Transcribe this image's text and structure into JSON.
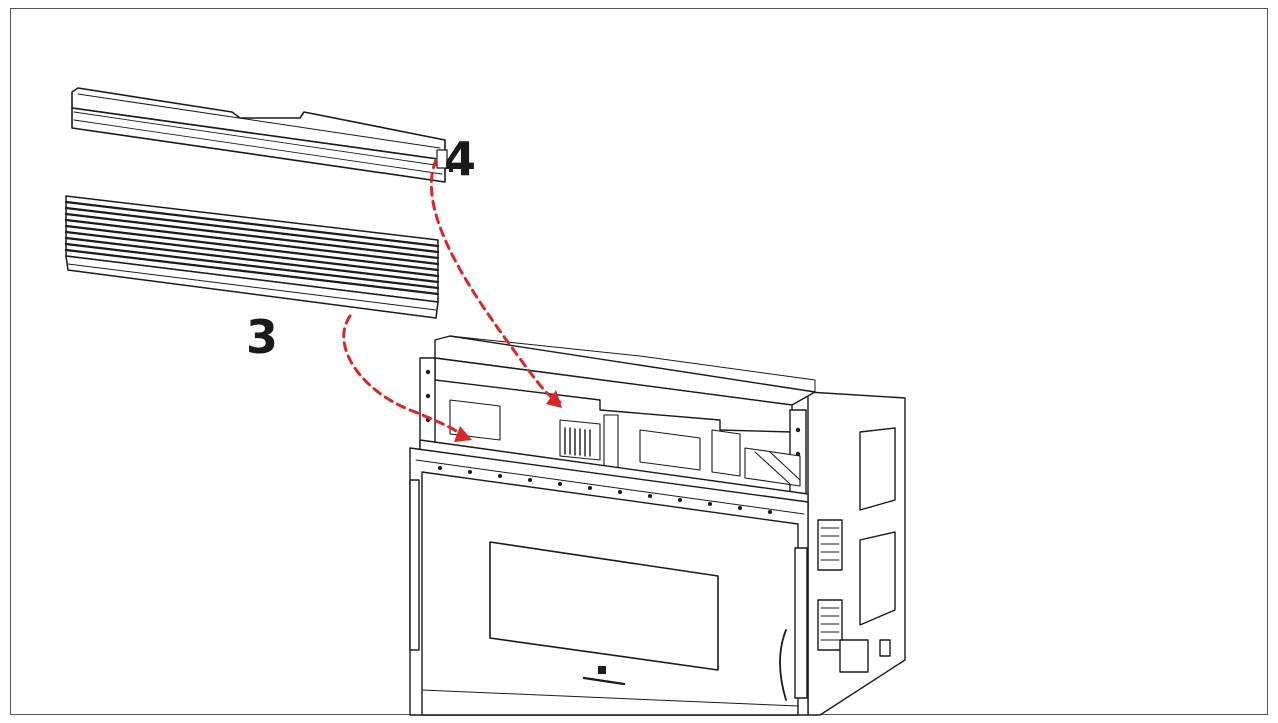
{
  "labels": {
    "part_3": "3",
    "part_4": "4"
  },
  "colors": {
    "line": "#1a1a1a",
    "arrow": "#d62828",
    "frame": "#555555"
  },
  "parts": {
    "part_3": "vent-grille",
    "part_4": "top-trim-strip"
  }
}
